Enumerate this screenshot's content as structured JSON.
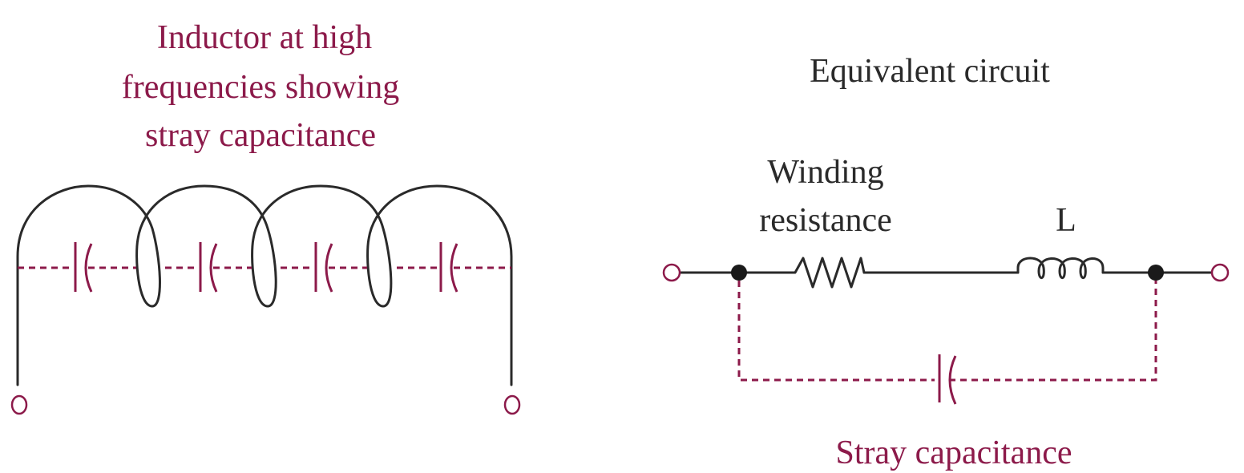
{
  "left_panel": {
    "title_lines": [
      "Inductor at high",
      "frequencies showing",
      "stray capacitance"
    ],
    "coil_turns": 4,
    "stray_capacitors": 4
  },
  "right_panel": {
    "title": "Equivalent circuit",
    "resistor_label_lines": [
      "Winding",
      "resistance"
    ],
    "inductor_label": "L",
    "capacitor_label": "Stray capacitance"
  },
  "colors": {
    "accent": "#8c1a4a",
    "wire": "#2a2a2a"
  },
  "icons": {
    "terminal": "open-circle",
    "junction": "filled-circle",
    "resistor": "zigzag",
    "inductor": "coil",
    "capacitor": "flat-and-curved-plates"
  }
}
